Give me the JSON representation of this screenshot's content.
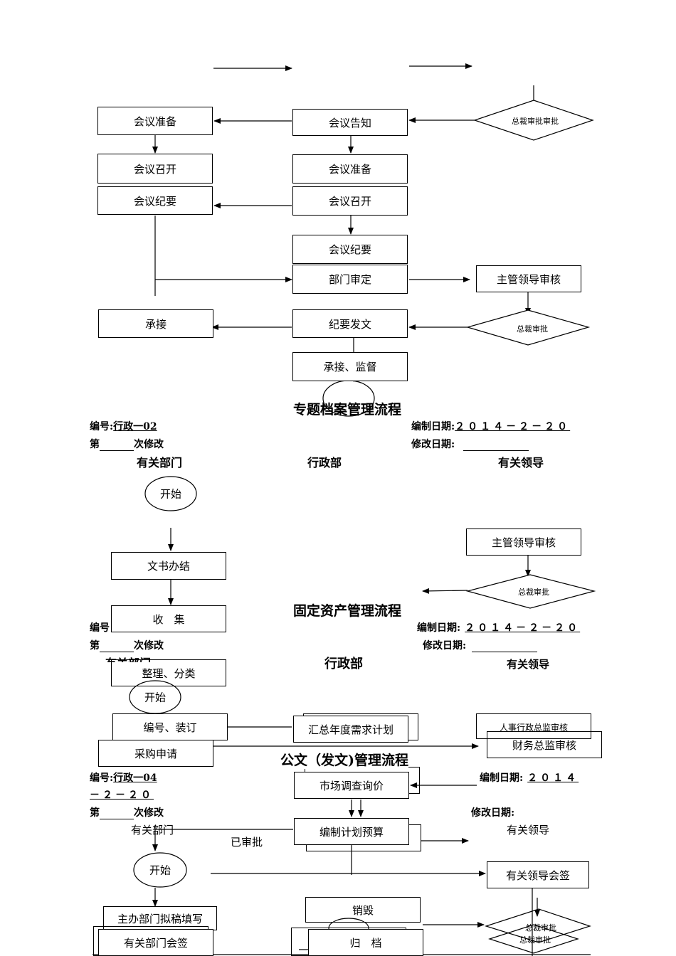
{
  "meeting_flow": {
    "meeting_prep_left": "会议准备",
    "meeting_open_left": "会议召开",
    "meeting_minutes_left": "会议纪要",
    "undertake_left": "承接",
    "meeting_notice": "会议告知",
    "meeting_prep_mid": "会议准备",
    "meeting_open_mid": "会议召开",
    "meeting_minutes_mid": "会议纪要",
    "dept_review": "部门审定",
    "minutes_issue": "纪要发文",
    "undertake_supervise": "承接、监督",
    "ceo_approval_top": "总裁审批审批",
    "supervisor_review": "主管领导审核",
    "ceo_approval": "总裁审批"
  },
  "archive_flow": {
    "title": "专题档案管理流程",
    "number_label": "编号:",
    "number_value": "行政一02",
    "revision_prefix": "第",
    "revision_suffix": "次修改",
    "date_label": "编制日期:",
    "date_value": "２０１４－２－２０",
    "modify_label": "修改日期:",
    "col_related_dept": "有关部门",
    "col_admin": "行政部",
    "col_related_leader": "有关领导",
    "start": "开始",
    "document_close": "文书办结",
    "collect": "收　集",
    "sort_classify": "整理、分类",
    "number_bind": "编号、装订",
    "supervisor_review": "主管领导审核",
    "ceo_approval": "总裁审批",
    "destroy": "销毁",
    "archive": "归　档"
  },
  "asset_flow": {
    "title": "固定资产管理流程",
    "number_label": "编号",
    "revision_prefix": "第",
    "revision_suffix": "次修改",
    "date_label": "编制日期:",
    "date_value": "２０１４－２－２０",
    "modify_label": "修改日期:",
    "col_related_dept": "有关部门",
    "col_admin": "行政部",
    "col_related_leader": "有关领导",
    "start": "开始",
    "purchase_request": "采购申请",
    "annual_plan": "汇总年度需求计划",
    "market_survey": "市场调查询价",
    "budget_plan": "编制计划预算",
    "hr_admin_review": "人事行政总监审核",
    "finance_review": "财务总监审核",
    "ceo_approval": "总裁审批"
  },
  "doc_flow": {
    "title": "公文（发文)管理流程",
    "number_label": "编号:",
    "number_value": "行政一04",
    "number_cont": "－２－２０",
    "date_label": "编制日期:",
    "date_value": "２０１４",
    "revision_prefix": "第",
    "revision_suffix": "次修改",
    "modify_label": "修改日期:",
    "col_related_dept": "有关部门",
    "col_related_leader": "有关领导",
    "approved": "已审批",
    "start": "开始",
    "draft": "主办部门拟稿填写",
    "dept_countersign": "有关部门会签",
    "leader_countersign": "有关领导会签"
  }
}
